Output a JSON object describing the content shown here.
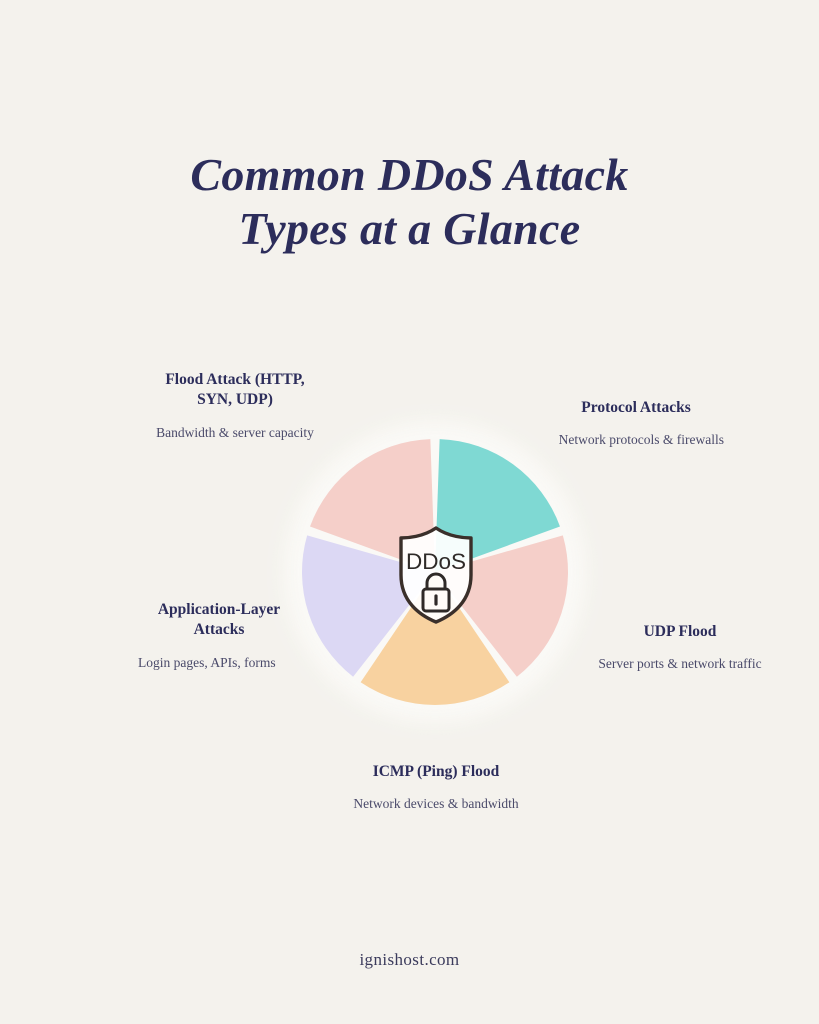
{
  "title": {
    "line1": "Common DDoS Attack",
    "line2": "Types at a Glance"
  },
  "center_badge": {
    "text": "DDoS",
    "icon": "lock-icon",
    "shield_icon": "shield-icon"
  },
  "footer": {
    "site": "ignishost.com"
  },
  "colors": {
    "background": "#f4f2ed",
    "heading": "#2c2d5b",
    "subtext": "#4a4a6a",
    "teal": "#7fd9d3",
    "pink": "#f5cfc9",
    "orange": "#f8d2a0",
    "lavender": "#dcd8f4",
    "gap": "#f9f8f5",
    "shield_outline": "#3a2f2a"
  },
  "labels": {
    "flood": {
      "head": "Flood Attack (HTTP, SYN, UDP)",
      "sub": "Bandwidth & server capacity"
    },
    "protocol": {
      "head": "Protocol Attacks",
      "sub": "Network protocols & firewalls"
    },
    "udp": {
      "head": "UDP Flood",
      "sub": "Server ports & network traffic"
    },
    "application": {
      "head": "Application-Layer Attacks",
      "sub": "Login pages, APIs, forms"
    },
    "icmp": {
      "head": "ICMP (Ping) Flood",
      "sub": "Network devices & bandwidth"
    }
  },
  "chart_data": {
    "type": "pie",
    "title": "Common DDoS Attack Types at a Glance",
    "categories": [
      "Protocol Attacks",
      "UDP Flood",
      "ICMP (Ping) Flood",
      "Application-Layer Attacks",
      "Flood Attack (HTTP, SYN, UDP)"
    ],
    "values": [
      20,
      20,
      20,
      20,
      20
    ],
    "unit": "%",
    "colors": [
      "#7fd9d3",
      "#f5cfc9",
      "#f8d2a0",
      "#dcd8f4",
      "#f5cfc9"
    ],
    "descriptions": [
      "Network protocols & firewalls",
      "Server ports & network traffic",
      "Network devices & bandwidth",
      "Login pages, APIs, forms",
      "Bandwidth & server capacity"
    ],
    "legend": "outside-labels",
    "start_angle_deg": 0,
    "slice_gap_deg": 4,
    "center_label": "DDoS",
    "grid": false
  }
}
